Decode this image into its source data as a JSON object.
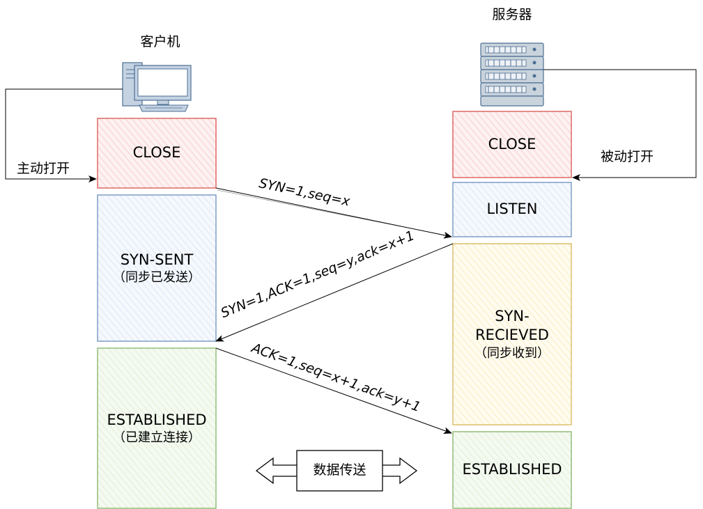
{
  "client": {
    "title": "客户机",
    "action": "主动打开",
    "states": {
      "close": "CLOSE",
      "syn_sent": "SYN-SENT",
      "syn_sent_sub": "（同步已发送）",
      "established": "ESTABLISHED",
      "established_sub": "（已建立连接）"
    }
  },
  "server": {
    "title": "服务器",
    "action": "被动打开",
    "states": {
      "close": "CLOSE",
      "listen": "LISTEN",
      "syn_received_1": "SYN-",
      "syn_received_2": "RECIEVED",
      "syn_received_sub": "（同步收到）",
      "established": "ESTABLISHED"
    }
  },
  "messages": {
    "syn": "SYN=1,seq=x",
    "syn_ack": "SYN=1,ACK=1,seq=y,ack=x+1",
    "ack": "ACK=1,seq=x+1,ack=y+1"
  },
  "data_transfer": "数据传送",
  "icons": {
    "client": "desktop-computer-icon",
    "server": "server-rack-icon"
  },
  "colors": {
    "close": "#d9534f",
    "close_fill": "#fdecec",
    "blue": "#6c8ebf",
    "blue_fill": "#eef4fb",
    "green": "#82b366",
    "green_fill": "#f1f8ec",
    "yellow": "#d6b656",
    "yellow_fill": "#fdf8e4"
  }
}
